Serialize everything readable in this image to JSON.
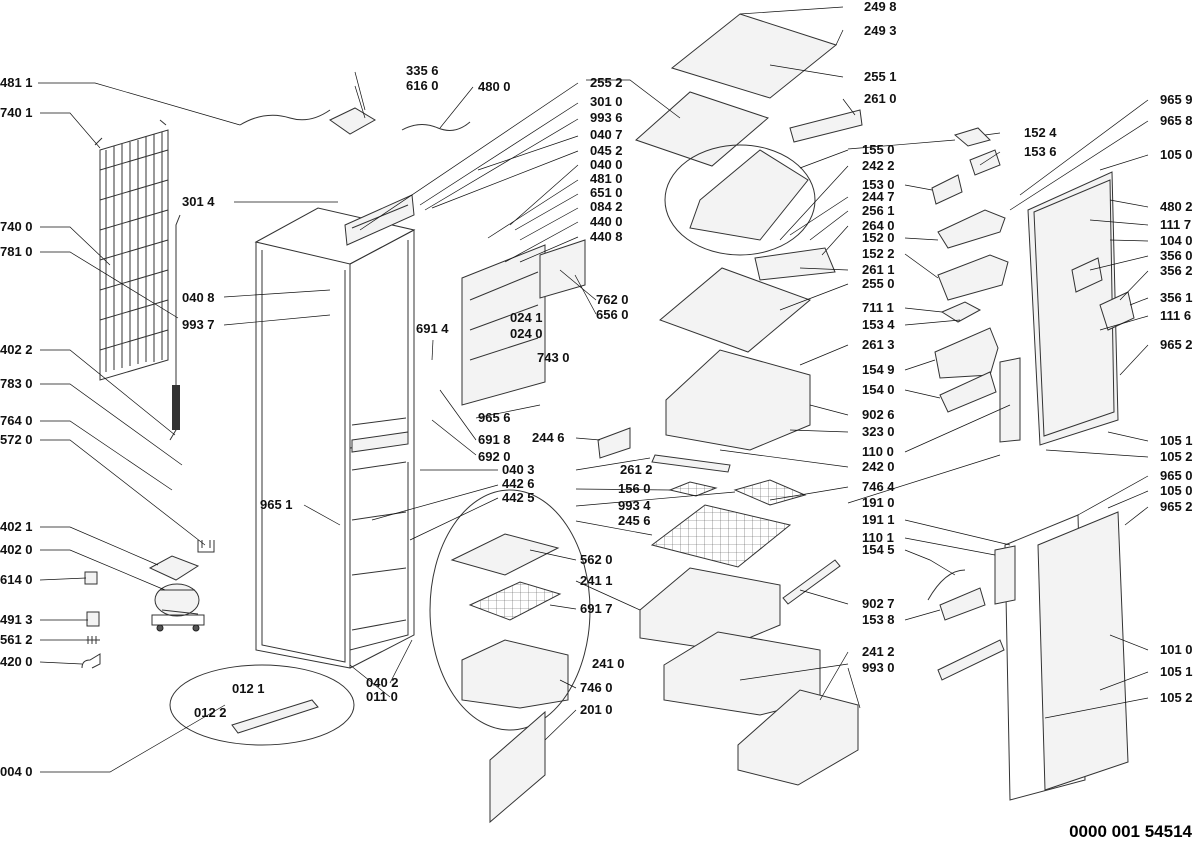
{
  "doc_code": "0000 001 54514",
  "labels": [
    {
      "text": "249 8"
    },
    {
      "text": "249 3"
    },
    {
      "text": "255 1"
    },
    {
      "text": "261 0"
    },
    {
      "text": "255 2"
    },
    {
      "text": "301 0"
    },
    {
      "text": "993 6"
    },
    {
      "text": "040 7"
    },
    {
      "text": "045 2"
    },
    {
      "text": "040 0"
    },
    {
      "text": "481 0"
    },
    {
      "text": "651 0"
    },
    {
      "text": "084 2"
    },
    {
      "text": "440 0"
    },
    {
      "text": "440 8"
    },
    {
      "text": "762 0"
    },
    {
      "text": "656 0"
    },
    {
      "text": "024 1"
    },
    {
      "text": "024 0"
    },
    {
      "text": "743 0"
    },
    {
      "text": "691 4"
    },
    {
      "text": "965 6"
    },
    {
      "text": "691 8"
    },
    {
      "text": "692 0"
    },
    {
      "text": "335 6"
    },
    {
      "text": "616 0"
    },
    {
      "text": "480 0"
    },
    {
      "text": "481 1"
    },
    {
      "text": "740 1"
    },
    {
      "text": "301 4"
    },
    {
      "text": "740 0"
    },
    {
      "text": "781 0"
    },
    {
      "text": "040 8"
    },
    {
      "text": "993 7"
    },
    {
      "text": "402 2"
    },
    {
      "text": "783 0"
    },
    {
      "text": "764 0"
    },
    {
      "text": "572 0"
    },
    {
      "text": "965 1"
    },
    {
      "text": "040 3"
    },
    {
      "text": "442 6"
    },
    {
      "text": "442 5"
    },
    {
      "text": "402 1"
    },
    {
      "text": "402 0"
    },
    {
      "text": "614 0"
    },
    {
      "text": "491 3"
    },
    {
      "text": "561 2"
    },
    {
      "text": "420 0"
    },
    {
      "text": "040 2"
    },
    {
      "text": "011 0"
    },
    {
      "text": "012 1"
    },
    {
      "text": "012 2"
    },
    {
      "text": "004 0"
    },
    {
      "text": "244 6"
    },
    {
      "text": "261 2"
    },
    {
      "text": "562 0"
    },
    {
      "text": "241 1"
    },
    {
      "text": "691 7"
    },
    {
      "text": "746 0"
    },
    {
      "text": "201 0"
    },
    {
      "text": "155 0"
    },
    {
      "text": "242 2"
    },
    {
      "text": "244 7"
    },
    {
      "text": "256 1"
    },
    {
      "text": "264 0"
    },
    {
      "text": "152 2"
    },
    {
      "text": "261 1"
    },
    {
      "text": "255 0"
    },
    {
      "text": "261 3"
    },
    {
      "text": "902 6"
    },
    {
      "text": "323 0"
    },
    {
      "text": "242 0"
    },
    {
      "text": "156 0"
    },
    {
      "text": "993 4"
    },
    {
      "text": "245 6"
    },
    {
      "text": "746 4"
    },
    {
      "text": "191 0"
    },
    {
      "text": "902 7"
    },
    {
      "text": "241 0"
    },
    {
      "text": "241 2"
    },
    {
      "text": "993 0"
    },
    {
      "text": "152 4"
    },
    {
      "text": "153 6"
    },
    {
      "text": "153 0"
    },
    {
      "text": "152 0"
    },
    {
      "text": "711 1"
    },
    {
      "text": "153 4"
    },
    {
      "text": "154 9"
    },
    {
      "text": "154 0"
    },
    {
      "text": "110 0"
    },
    {
      "text": "191 1"
    },
    {
      "text": "110 1"
    },
    {
      "text": "154 5"
    },
    {
      "text": "153 8"
    },
    {
      "text": "965 9"
    },
    {
      "text": "965 8"
    },
    {
      "text": "105 0"
    },
    {
      "text": "480 2"
    },
    {
      "text": "111 7"
    },
    {
      "text": "104 0"
    },
    {
      "text": "356 0"
    },
    {
      "text": "356 2"
    },
    {
      "text": "356 1"
    },
    {
      "text": "111 6"
    },
    {
      "text": "965 2"
    },
    {
      "text": "105 1"
    },
    {
      "text": "105 2"
    },
    {
      "text": "965 0"
    },
    {
      "text": "105 0"
    },
    {
      "text": "965 2"
    },
    {
      "text": "101 0"
    },
    {
      "text": "105 1"
    },
    {
      "text": "105 2"
    }
  ]
}
